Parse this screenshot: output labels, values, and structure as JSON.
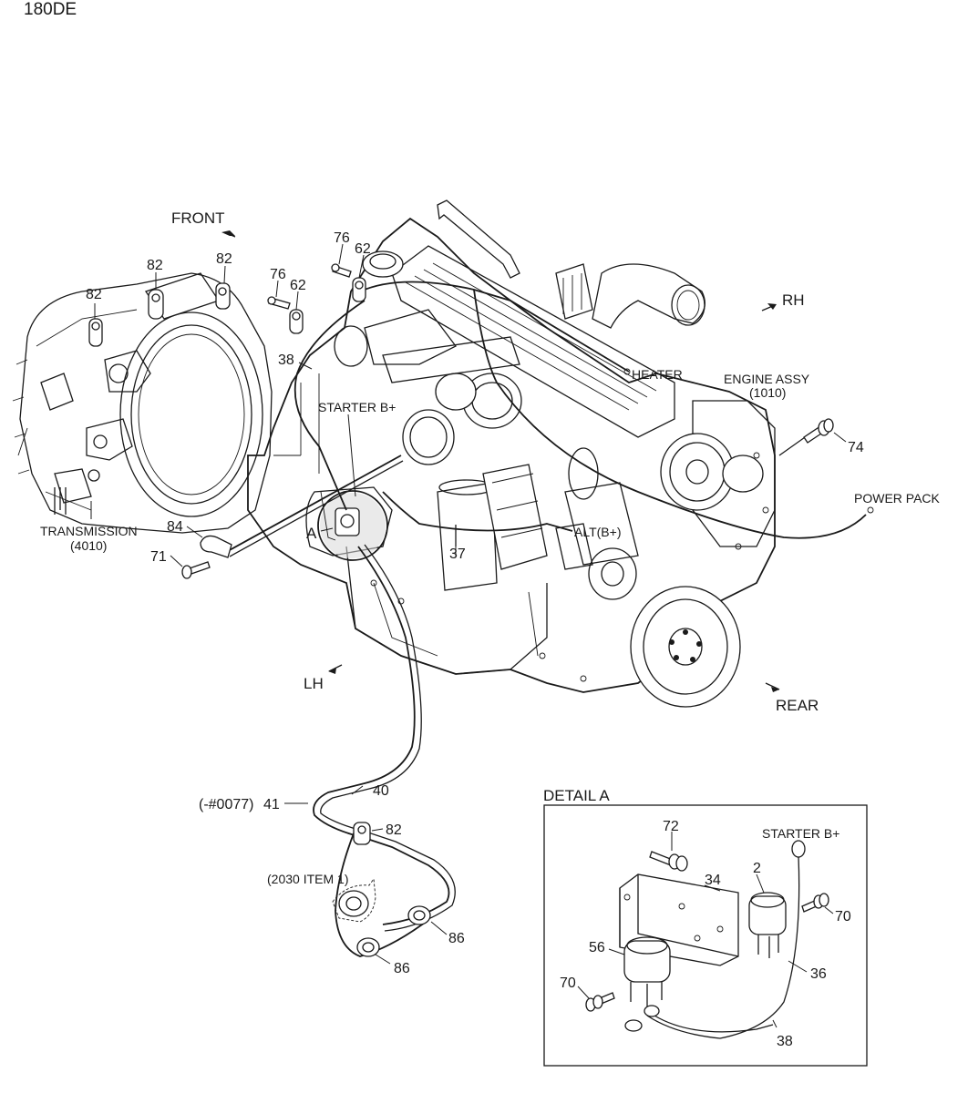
{
  "title": "180DE",
  "directions": {
    "front": "FRONT",
    "rh": "RH",
    "lh": "LH",
    "rear": "REAR"
  },
  "labels": {
    "transmission": "TRANSMISSION",
    "transmission_code": "(4010)",
    "engine_assy": "ENGINE ASSY",
    "engine_assy_code": "(1010)",
    "heater": "HEATER",
    "starter_b": "STARTER B+",
    "alt_b": "ALT(B+)",
    "power_pack": "POWER PACK",
    "detail_marker": "A",
    "ref_2030": "(2030 ITEM 1)",
    "serial_prefix": "(-#0077)",
    "detail_title": "DETAIL A",
    "detail_starter_b": "STARTER B+"
  },
  "callouts": {
    "c82a": "82",
    "c82b": "82",
    "c82c": "82",
    "c82d": "82",
    "c76a": "76",
    "c62a": "62",
    "c76b": "76",
    "c62b": "62",
    "c38": "38",
    "c74": "74",
    "c84": "84",
    "c71": "71",
    "c37": "37",
    "c40": "40",
    "c41": "41",
    "c86a": "86",
    "c86b": "86"
  },
  "detail_callouts": {
    "c72": "72",
    "c34": "34",
    "c2": "2",
    "c70a": "70",
    "c56": "56",
    "c70b": "70",
    "c36": "36",
    "c38": "38"
  }
}
